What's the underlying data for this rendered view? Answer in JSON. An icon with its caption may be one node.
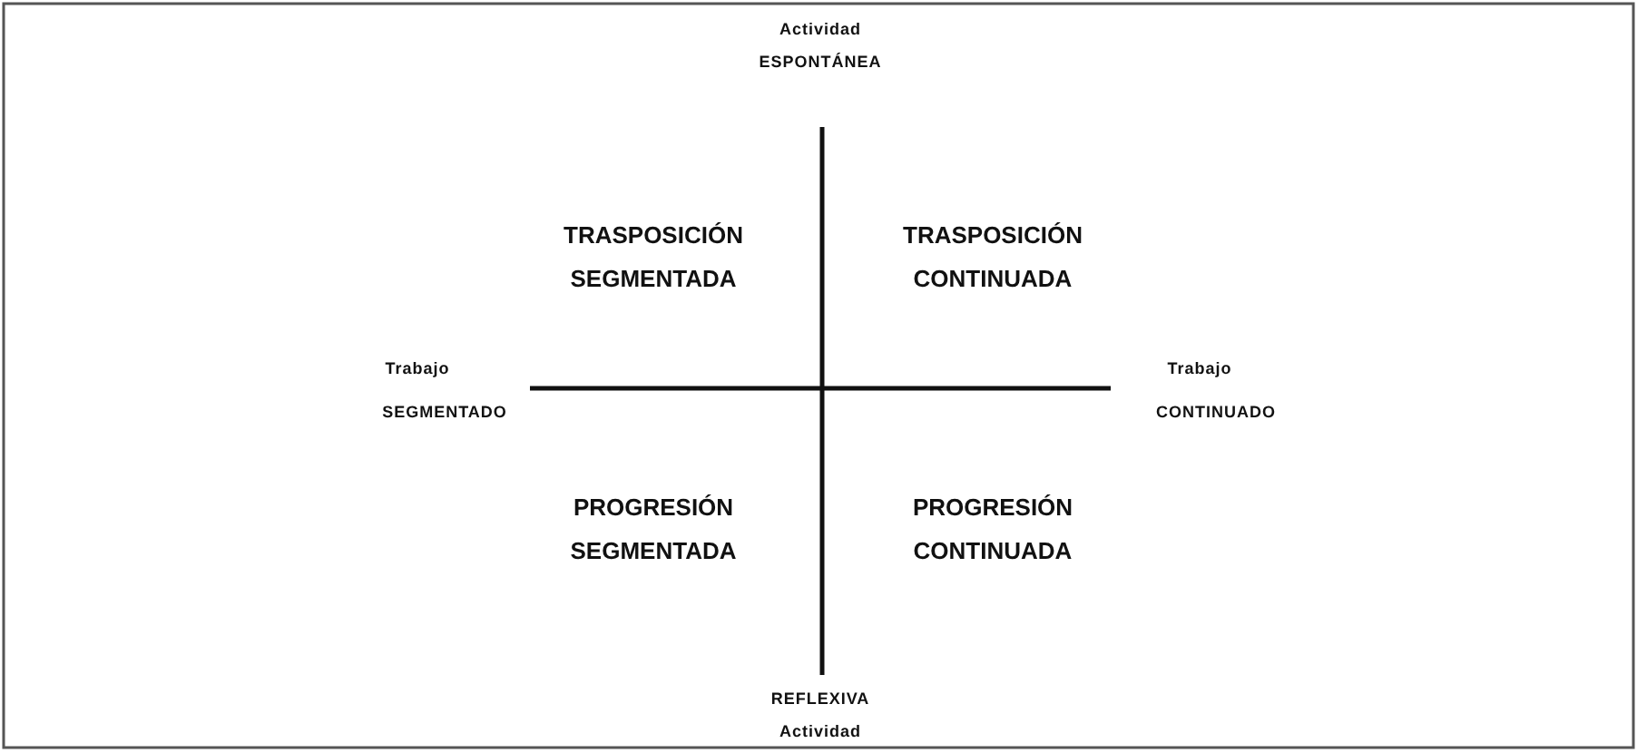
{
  "diagram": {
    "labels": [
      "Actividad",
      "ESPONTÁNEA",
      "TRASPOSICIÓN SEGMENTADA",
      "TRASPOSICIÓN CONTINUADA",
      "Trabajo",
      "Trabajo",
      "SEGMENTADO",
      "CONTINUADO",
      "PROGRESIÓN SEGMENTADA",
      "PROGRESIÓN CONTINUADA",
      "REFLEXIVA",
      "Actividad"
    ]
  }
}
